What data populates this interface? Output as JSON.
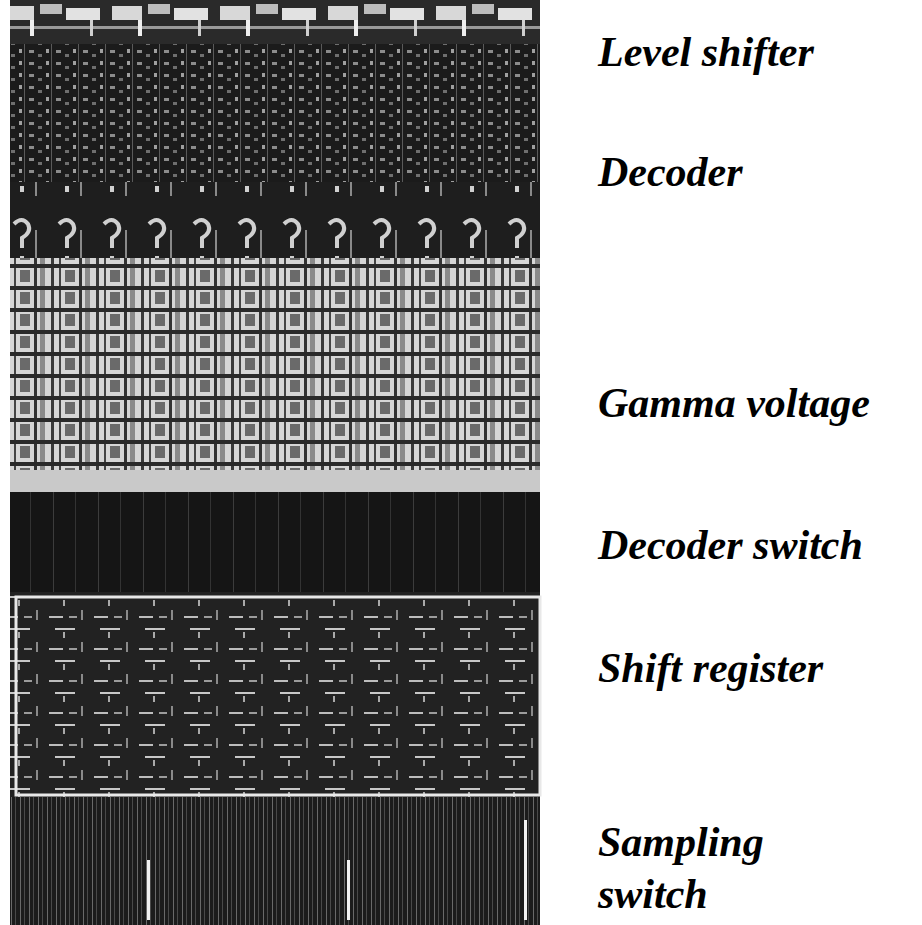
{
  "diagram": {
    "labels": [
      "Level shifter",
      "Decoder",
      "Gamma voltage",
      "Decoder switch",
      "Shift register",
      "Sampling switch"
    ]
  }
}
